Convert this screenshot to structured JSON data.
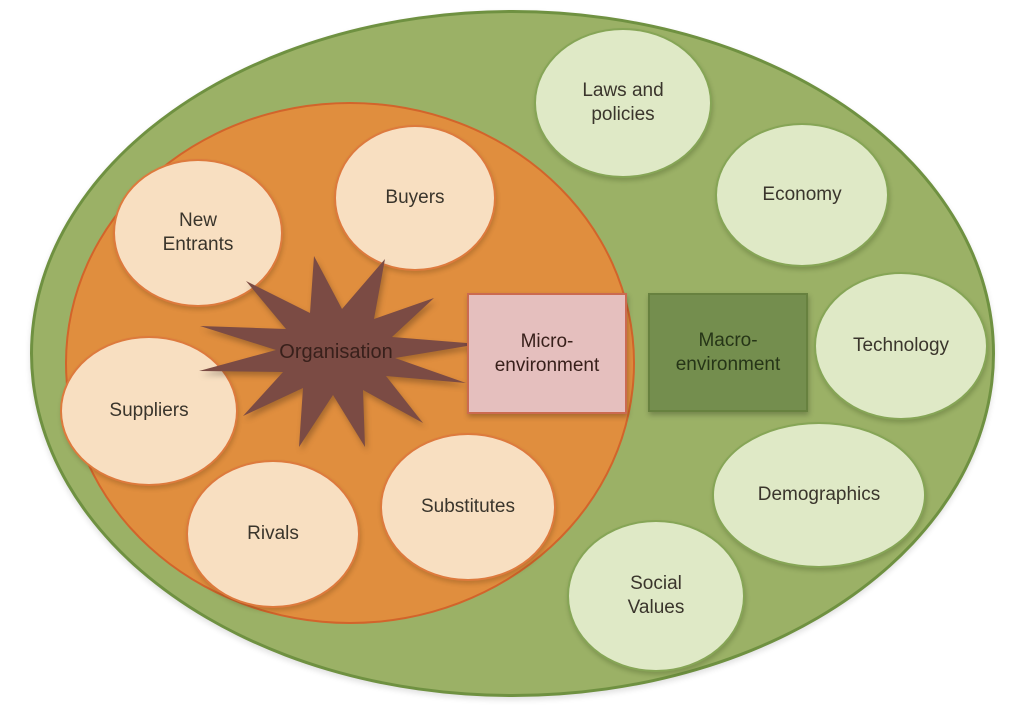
{
  "diagram": {
    "type": "business-environment-venn",
    "organisation": {
      "label": "Organisation"
    },
    "micro_environment": {
      "label": "Micro-\nenvironment",
      "factors": [
        {
          "id": "new-entrants",
          "label": "New\nEntrants"
        },
        {
          "id": "buyers",
          "label": "Buyers"
        },
        {
          "id": "suppliers",
          "label": "Suppliers"
        },
        {
          "id": "rivals",
          "label": "Rivals"
        },
        {
          "id": "substitutes",
          "label": "Substitutes"
        }
      ]
    },
    "macro_environment": {
      "label": "Macro-\nenvironment",
      "factors": [
        {
          "id": "laws-and-policies",
          "label": "Laws and\npolicies"
        },
        {
          "id": "economy",
          "label": "Economy"
        },
        {
          "id": "technology",
          "label": "Technology"
        },
        {
          "id": "demographics",
          "label": "Demographics"
        },
        {
          "id": "social-values",
          "label": "Social\nValues"
        }
      ]
    }
  },
  "colors": {
    "outer_fill": "#9bb166",
    "outer_border": "#6f9141",
    "micro_zone_fill": "#e08e3e",
    "micro_zone_border": "#d2642b",
    "micro_factor_fill": "#f8dfc1",
    "micro_factor_border": "#dd7a3d",
    "macro_factor_fill": "#dfe9c6",
    "macro_factor_border": "#86a556",
    "macro_label_fill": "#748e4e",
    "macro_label_border": "#67813f",
    "micro_label_fill": "#e5bfbe",
    "micro_label_border": "#cb6a50",
    "organisation_fill": "#7b4b44",
    "text": "#3a352c"
  }
}
